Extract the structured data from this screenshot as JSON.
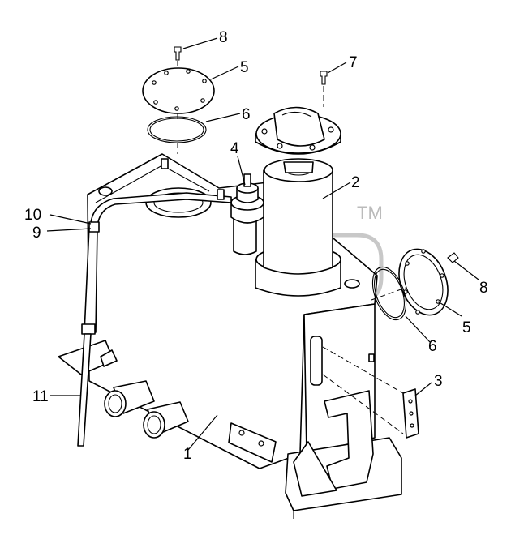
{
  "callouts": [
    {
      "id": "c1",
      "text": "1"
    },
    {
      "id": "c2",
      "text": "2"
    },
    {
      "id": "c3",
      "text": "3"
    },
    {
      "id": "c4",
      "text": "4"
    },
    {
      "id": "c5a",
      "text": "5"
    },
    {
      "id": "c5b",
      "text": "5"
    },
    {
      "id": "c6a",
      "text": "6"
    },
    {
      "id": "c6b",
      "text": "6"
    },
    {
      "id": "c7",
      "text": "7"
    },
    {
      "id": "c8a",
      "text": "8"
    },
    {
      "id": "c8b",
      "text": "8"
    },
    {
      "id": "c9",
      "text": "9"
    },
    {
      "id": "c10",
      "text": "10"
    },
    {
      "id": "c11",
      "text": "11"
    }
  ],
  "watermark": {
    "trademark": "TM"
  }
}
